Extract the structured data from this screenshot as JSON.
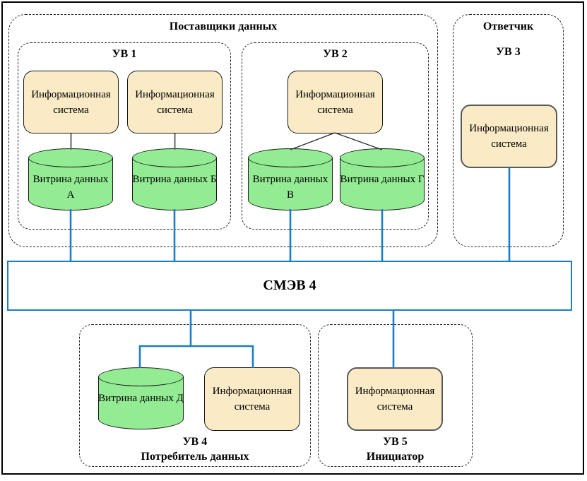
{
  "colors": {
    "accent_blue": "#1e7dc8",
    "system_fill": "#faeac5",
    "datamart_fill": "#93eb93"
  },
  "suppliers": {
    "title": "Поставщики данных",
    "uv1": {
      "title": "УВ 1",
      "system1": "Информационная система",
      "system2": "Информационная система",
      "datamart1": "Витрина данных А",
      "datamart2": "Витрина данных Б"
    },
    "uv2": {
      "title": "УВ 2",
      "system": "Информационная система",
      "datamart1": "Витрина данных В",
      "datamart2": "Витрина данных Г"
    }
  },
  "responder": {
    "title": "Ответчик",
    "uv3": {
      "title": "УВ 3",
      "system": "Информационная система"
    }
  },
  "smev": {
    "label": "СМЭВ 4"
  },
  "consumer": {
    "title": "УВ 4",
    "subtitle": "Потребитель данных",
    "datamart": "Витрина данных Д",
    "system": "Информационная система"
  },
  "initiator": {
    "title": "УВ 5",
    "subtitle": "Инициатор",
    "system": "Информационная система"
  }
}
